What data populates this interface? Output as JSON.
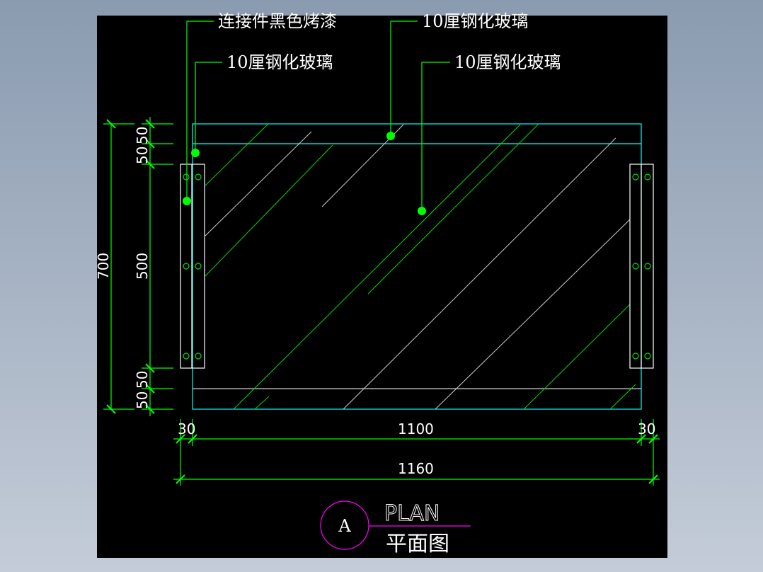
{
  "labels": {
    "connector": "连接件黑色烤漆",
    "glass_1": "10厘钢化玻璃",
    "glass_2": "10厘钢化玻璃",
    "glass_3": "10厘钢化玻璃"
  },
  "dimensions": {
    "total_height": "700",
    "top_1": "50",
    "top_2": "50",
    "middle": "500",
    "bottom_1": "50",
    "bottom_2": "50",
    "left_edge": "30",
    "glass_width": "1100",
    "right_edge": "30",
    "total_width": "1160"
  },
  "title": {
    "marker": "A",
    "english": "PLAN",
    "chinese": "平面图"
  },
  "colors": {
    "dim": "#00ff00",
    "glass": "#00ffff",
    "frame": "#ffffff",
    "marker": "#ff00ff"
  }
}
